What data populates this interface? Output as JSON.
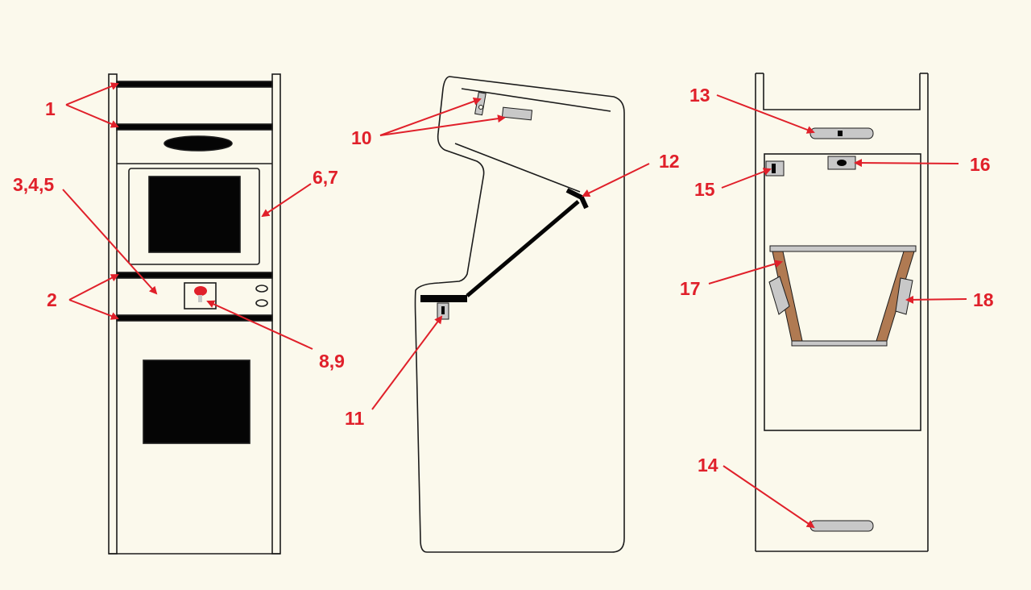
{
  "colors": {
    "background": "#fbf9ec",
    "outline": "#1c1c1c",
    "fill_black": "#050505",
    "label_red": "#e0202a",
    "metal_gray": "#c8c8c8",
    "wood_brown": "#b07a52"
  },
  "labels": {
    "l1": "1",
    "l2": "2",
    "l345": "3,4,5",
    "l67": "6,7",
    "l89": "8,9",
    "l10": "10",
    "l11": "11",
    "l12": "12",
    "l13": "13",
    "l14": "14",
    "l15": "15",
    "l16": "16",
    "l17": "17",
    "l18": "18"
  }
}
